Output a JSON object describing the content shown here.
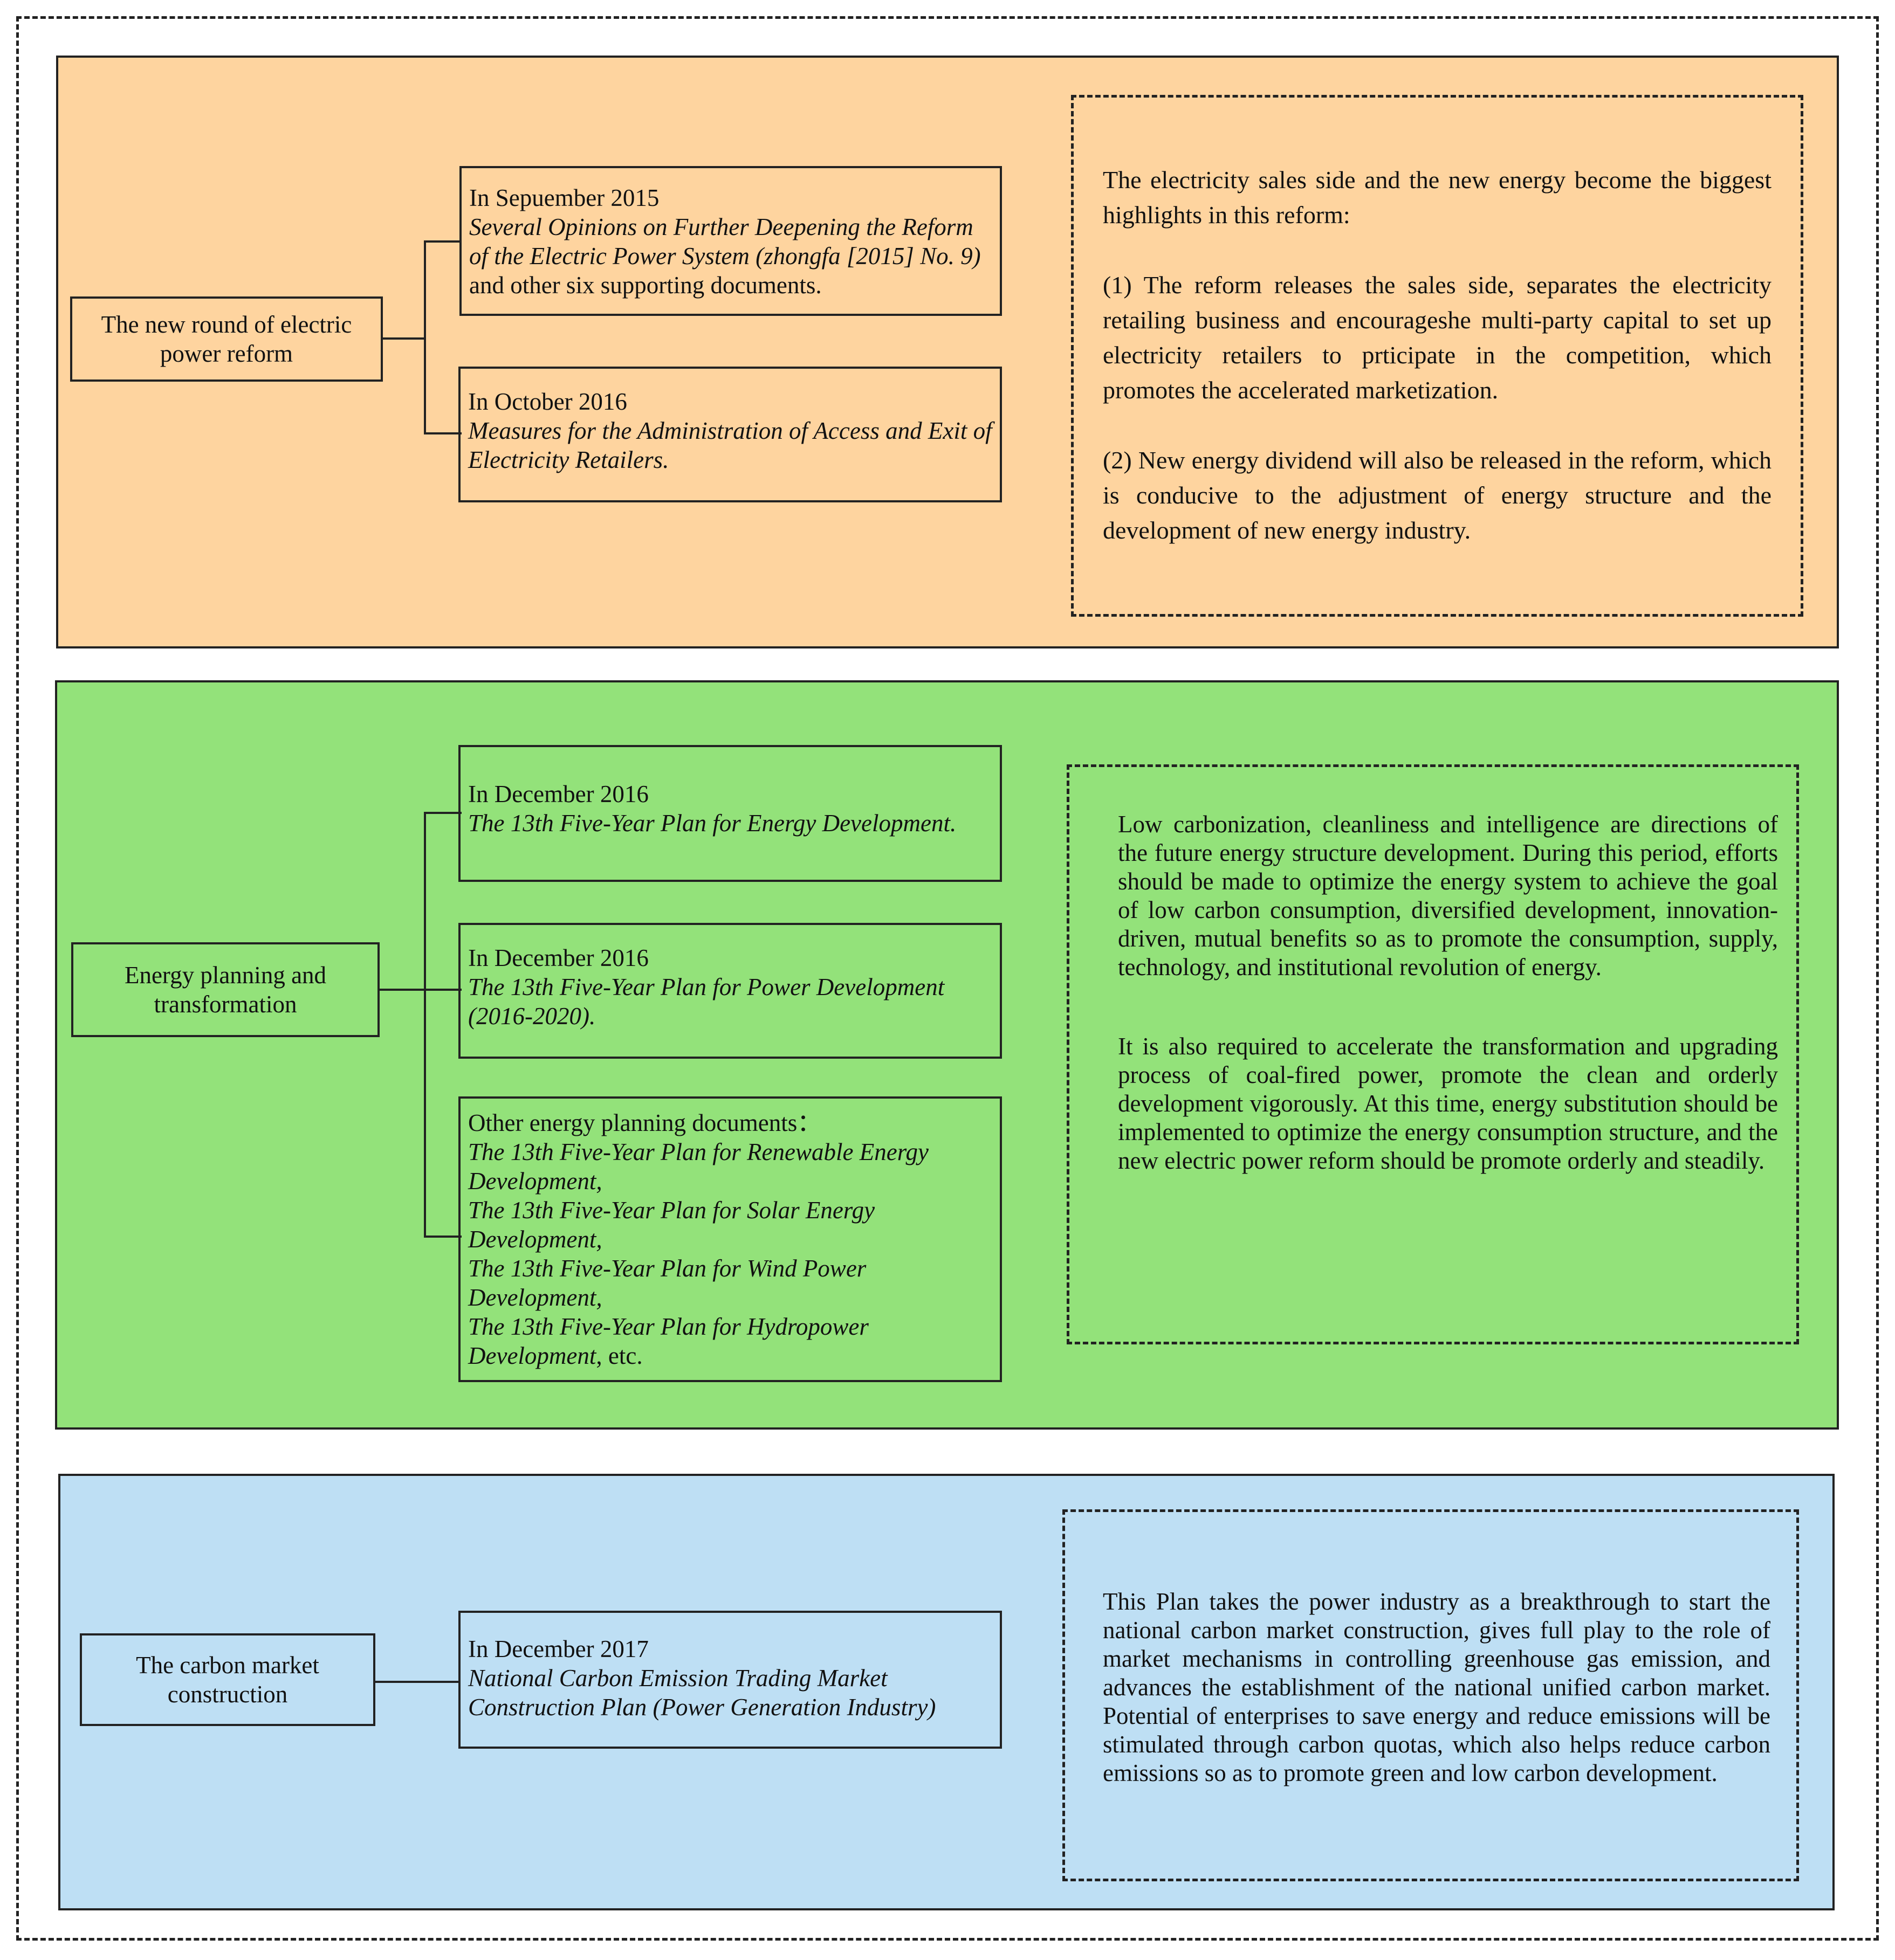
{
  "colors": {
    "section1": "#fed49f",
    "section2": "#93e27a",
    "section3": "#bedff4",
    "border": "#222222"
  },
  "section1": {
    "label": "The new round of electric power  reform",
    "doc1": {
      "date": "In Sepuember 2015",
      "title": "Several Opinions on Further Deepening the Reform of the Electric Power System (zhongfa [2015] No. 9)",
      "suffix": "and other six supporting documents."
    },
    "doc2": {
      "date": "In October 2016",
      "title": "Measures for the Administration of Access and Exit of Electricity Retailers."
    },
    "note": [
      "The electricity sales side and the new energy become the biggest highlights in this reform:",
      "(1) The reform releases the sales side, separates the electricity retailing business and encourageshe multi-party capital to set up electricity retailers to prticipate in the competition, which promotes the accelerated  marketization.",
      "(2) New energy dividend will also be released in the reform, which is conducive to the adjustment of energy structure and the development of new energy industry."
    ]
  },
  "section2": {
    "label": "Energy planning and transformation",
    "doc1": {
      "date": "In December 2016",
      "title": "The 13th Five-Year Plan for Energy Development."
    },
    "doc2": {
      "date": "In December 2016",
      "title": "The 13th Five-Year Plan for Power Development  (2016-2020)."
    },
    "doc3": {
      "date": "Other energy planning documents：",
      "items": [
        "The 13th Five-Year Plan for Renewable Energy Development,",
        "The 13th Five-Year Plan for Solar Energy Development,",
        "The 13th Five-Year Plan for Wind Power Development,",
        "The 13th Five-Year Plan for Hydropower Development"
      ],
      "suffix": ", etc."
    },
    "note": [
      "Low carbonization, cleanliness and  intelligence are directions of the future energy structure development. During this period, efforts should be made to optimize the energy system to achieve the goal of low carbon consumption, diversified development, innovation-driven, mutual benefits so as to promote the consumption, supply, technology, and institutional revolution of energy.",
      "It is also required to accelerate the transformation and upgrading process of coal-fired power, promote the clean and orderly development vigorously. At this time, energy substitution should be implemented to optimize the energy consumption structure, and the new electric power reform should be promote orderly and steadily."
    ]
  },
  "section3": {
    "label": "The carbon market construction",
    "doc1": {
      "date": "In December 2017",
      "title": "National Carbon Emission Trading Market Construction Plan (Power Generation Industry)"
    },
    "note": [
      "This Plan takes the power industry as a breakthrough to start the national carbon market construction, gives full play to the role of market mechanisms in controlling greenhouse gas emission, and advances the establishment of the national unified carbon market. Potential of enterprises to save energy and reduce emissions will be stimulated through carbon quotas, which also helps reduce carbon emissions so as to promote green and low carbon development."
    ]
  }
}
